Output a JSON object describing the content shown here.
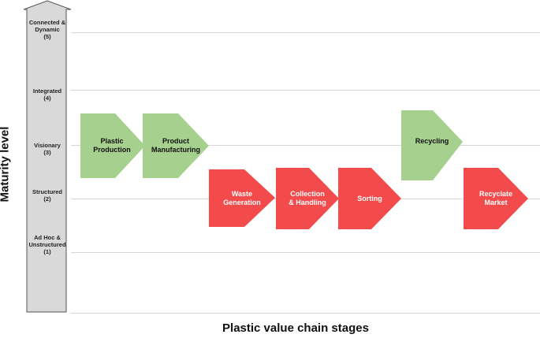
{
  "axes": {
    "y_title": "Maturity level",
    "x_title": "Plastic value chain stages"
  },
  "levels": [
    {
      "line1": "Connected &",
      "line2": "Dynamic",
      "line3": "(5)"
    },
    {
      "line1": "Integrated",
      "line2": "(4)",
      "line3": ""
    },
    {
      "line1": "Visionary",
      "line2": "(3)",
      "line3": ""
    },
    {
      "line1": "Structured",
      "line2": "(2)",
      "line3": ""
    },
    {
      "line1": "Ad Hoc &",
      "line2": "Unstructured",
      "line3": "(1)"
    }
  ],
  "stages": [
    {
      "line1": "Plastic",
      "line2": "Production",
      "status": "green"
    },
    {
      "line1": "Product",
      "line2": "Manufacturing",
      "status": "green"
    },
    {
      "line1": "Waste",
      "line2": "Generation",
      "status": "red"
    },
    {
      "line1": "Collection",
      "line2": "& Handling",
      "status": "red"
    },
    {
      "line1": "Sorting",
      "line2": "",
      "status": "red"
    },
    {
      "line1": "Recycling",
      "line2": "",
      "status": "green"
    },
    {
      "line1": "Recyclate",
      "line2": "Market",
      "status": "red"
    }
  ],
  "colors": {
    "green": "#a6d08e",
    "red": "#f34b4b",
    "axis_fill": "#d9d9d9",
    "axis_stroke": "#555555"
  }
}
